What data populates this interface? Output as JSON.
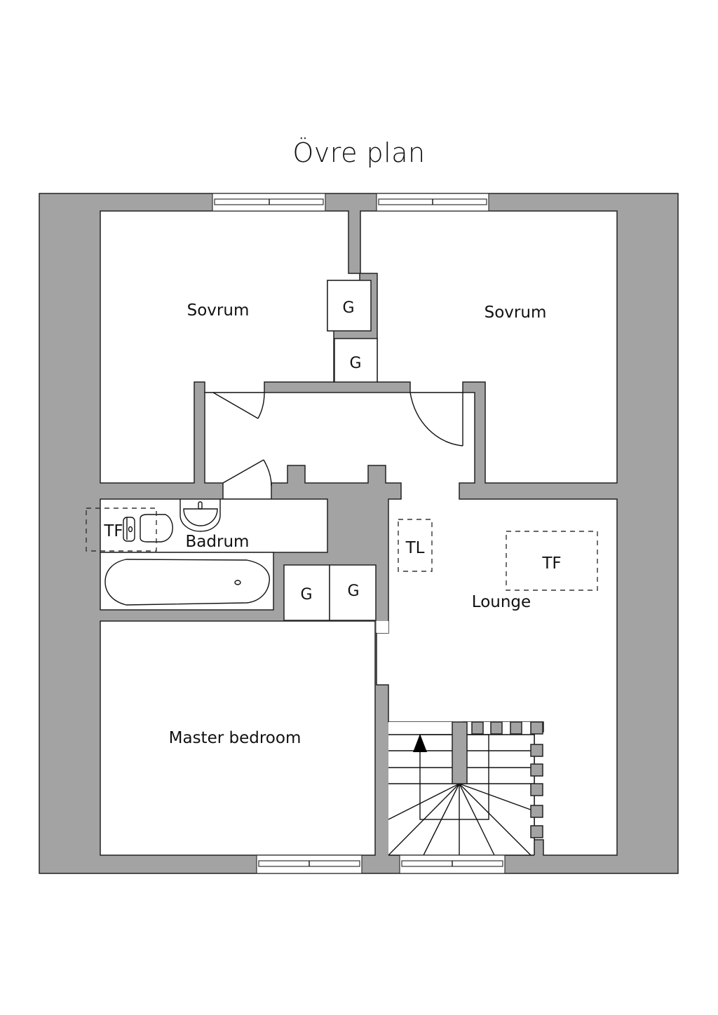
{
  "plan": {
    "title": "Övre plan",
    "colors": {
      "wall": "#a3a3a3",
      "floor": "#ffffff",
      "line": "#111111"
    }
  },
  "rooms": {
    "sovrum_left": "Sovrum",
    "sovrum_right": "Sovrum",
    "badrum": "Badrum",
    "lounge": "Lounge",
    "master": "Master bedroom"
  },
  "closets": {
    "g1": "G",
    "g2": "G",
    "g3": "G",
    "g4": "G"
  },
  "markers": {
    "tf_bath": "TF",
    "tl_lounge": "TL",
    "tf_lounge": "TF"
  },
  "stairs": {
    "direction": "up"
  }
}
